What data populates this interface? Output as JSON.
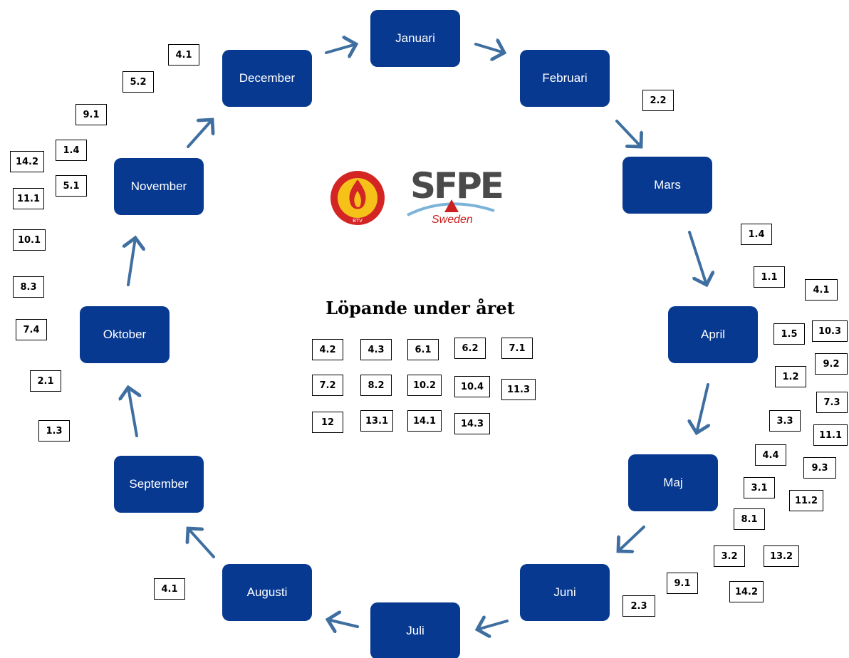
{
  "months": {
    "jan": "Januari",
    "feb": "Februari",
    "mar": "Mars",
    "apr": "April",
    "maj": "Maj",
    "jun": "Juni",
    "jul": "Juli",
    "aug": "Augusti",
    "sep": "September",
    "okt": "Oktober",
    "nov": "November",
    "dec": "December"
  },
  "center": {
    "title": "Löpande under året",
    "tags": [
      "4.2",
      "4.3",
      "6.1",
      "6.2",
      "7.1",
      "7.2",
      "8.2",
      "10.2",
      "10.4",
      "11.3",
      "12",
      "13.1",
      "14.1",
      "14.3"
    ]
  },
  "logos": {
    "sfpe": "SFPE",
    "sfpe_sub": "Sweden",
    "btv_label": "BTV"
  },
  "tags": {
    "dec_a": "4.1",
    "dec_b": "5.2",
    "nov_a": "9.1",
    "nov_b": "1.4",
    "nov_c": "14.2",
    "nov_d": "5.1",
    "nov_e": "11.1",
    "okt_a": "10.1",
    "okt_b": "8.3",
    "okt_c": "7.4",
    "sep_a": "2.1",
    "sep_b": "1.3",
    "feb_a": "2.2",
    "apr_a": "1.4",
    "apr_b": "1.1",
    "apr_c": "4.1",
    "apr_d": "1.5",
    "apr_e": "10.3",
    "apr_f": "9.2",
    "apr_g": "1.2",
    "maj_a": "7.3",
    "maj_b": "3.3",
    "maj_c": "11.1",
    "maj_d": "4.4",
    "maj_e": "9.3",
    "maj_f": "3.1",
    "maj_g": "11.2",
    "maj_h": "8.1",
    "jun_a": "3.2",
    "jun_b": "13.2",
    "jun_c": "9.1",
    "jun_d": "14.2",
    "jun_e": "2.3",
    "aug_a": "4.1"
  },
  "colors": {
    "month_box": "#083991",
    "arrow": "#3f6fa0",
    "flame_red": "#d42525",
    "flame_yellow": "#f6c21a",
    "sfpe_red": "#cc1f1f"
  }
}
